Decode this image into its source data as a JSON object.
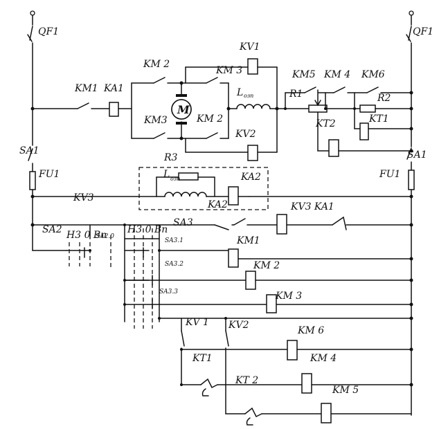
{
  "labels": {
    "qf1_left": "QF1",
    "qf1_right": "QF1",
    "sa1_left": "SA1",
    "sa1_right": "SA1",
    "fu1_left": "FU1",
    "fu1_right": "FU1",
    "km1": "KM1",
    "ka1": "KA1",
    "km2_top": "KM 2",
    "km3_top": "KM 3",
    "km3_bot": "KM3",
    "km2_bot": "KM 2",
    "motor": "M",
    "kv1": "KV1",
    "kv2": "KV2",
    "l_ozp_main": "L",
    "l_ozp_main_sub": "озп",
    "km5": "KM5",
    "km4": "KM 4",
    "km6": "KM6",
    "r1": "R1",
    "r2": "R2",
    "kt2": "KT2",
    "kt1": "KT1",
    "r3": "R3",
    "l_ozp_box": "L",
    "l_ozp_box_sub": "озп",
    "ka2_box": "KA2",
    "ka2_coil": "KA2",
    "kv3": "KV3",
    "kv3_ka1": "KV3 KA1",
    "sa2": "SA2",
    "sa2_pos": "Н3 0 Вп",
    "sa3_pos": "Н3 0 Вп",
    "sa2_0": "SA2.0",
    "sa3": "SA3",
    "sa3_1": "SA3.1",
    "km1_coil": "KM1",
    "sa3_2": "SA3.2",
    "km2_coil": "KM 2",
    "sa3_3": "SA3.3",
    "km3_coil": "KM 3",
    "kv1_contact": "KV 1",
    "kv2_contact": "KV2",
    "km6_coil": "KM 6",
    "kt1_contact": "KT1",
    "km4_coil": "KM 4",
    "kt2_contact": "KT 2",
    "km5_coil": "KM 5"
  }
}
